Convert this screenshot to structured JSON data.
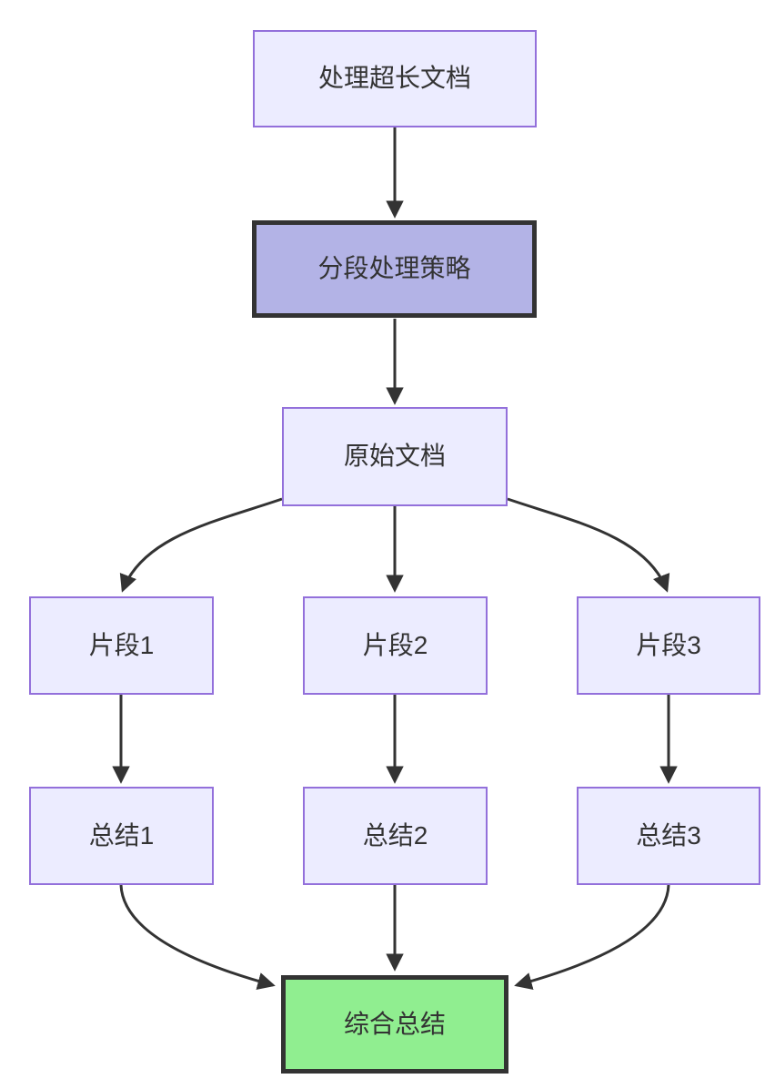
{
  "diagram": {
    "type": "flowchart",
    "direction": "top-down",
    "colors": {
      "node_fill": "#ECECFF",
      "node_border": "#9370DB",
      "accent_fill": "#B3B3E6",
      "accent_border": "#333333",
      "success_fill": "#90EE90",
      "success_border": "#333333",
      "edge": "#333333",
      "text": "#333333",
      "background": "#ffffff"
    }
  },
  "nodes": [
    {
      "id": "process",
      "label": "处理超长文档",
      "style": "default"
    },
    {
      "id": "strategy",
      "label": "分段处理策略",
      "style": "accent"
    },
    {
      "id": "source",
      "label": "原始文档",
      "style": "default"
    },
    {
      "id": "seg1",
      "label": "片段1",
      "style": "default"
    },
    {
      "id": "seg2",
      "label": "片段2",
      "style": "default"
    },
    {
      "id": "seg3",
      "label": "片段3",
      "style": "default"
    },
    {
      "id": "sum1",
      "label": "总结1",
      "style": "default"
    },
    {
      "id": "sum2",
      "label": "总结2",
      "style": "default"
    },
    {
      "id": "sum3",
      "label": "总结3",
      "style": "default"
    },
    {
      "id": "final",
      "label": "综合总结",
      "style": "success"
    }
  ],
  "edges": [
    {
      "from": "process",
      "to": "strategy"
    },
    {
      "from": "strategy",
      "to": "source"
    },
    {
      "from": "source",
      "to": "seg1"
    },
    {
      "from": "source",
      "to": "seg2"
    },
    {
      "from": "source",
      "to": "seg3"
    },
    {
      "from": "seg1",
      "to": "sum1"
    },
    {
      "from": "seg2",
      "to": "sum2"
    },
    {
      "from": "seg3",
      "to": "sum3"
    },
    {
      "from": "sum1",
      "to": "final"
    },
    {
      "from": "sum2",
      "to": "final"
    },
    {
      "from": "sum3",
      "to": "final"
    }
  ]
}
